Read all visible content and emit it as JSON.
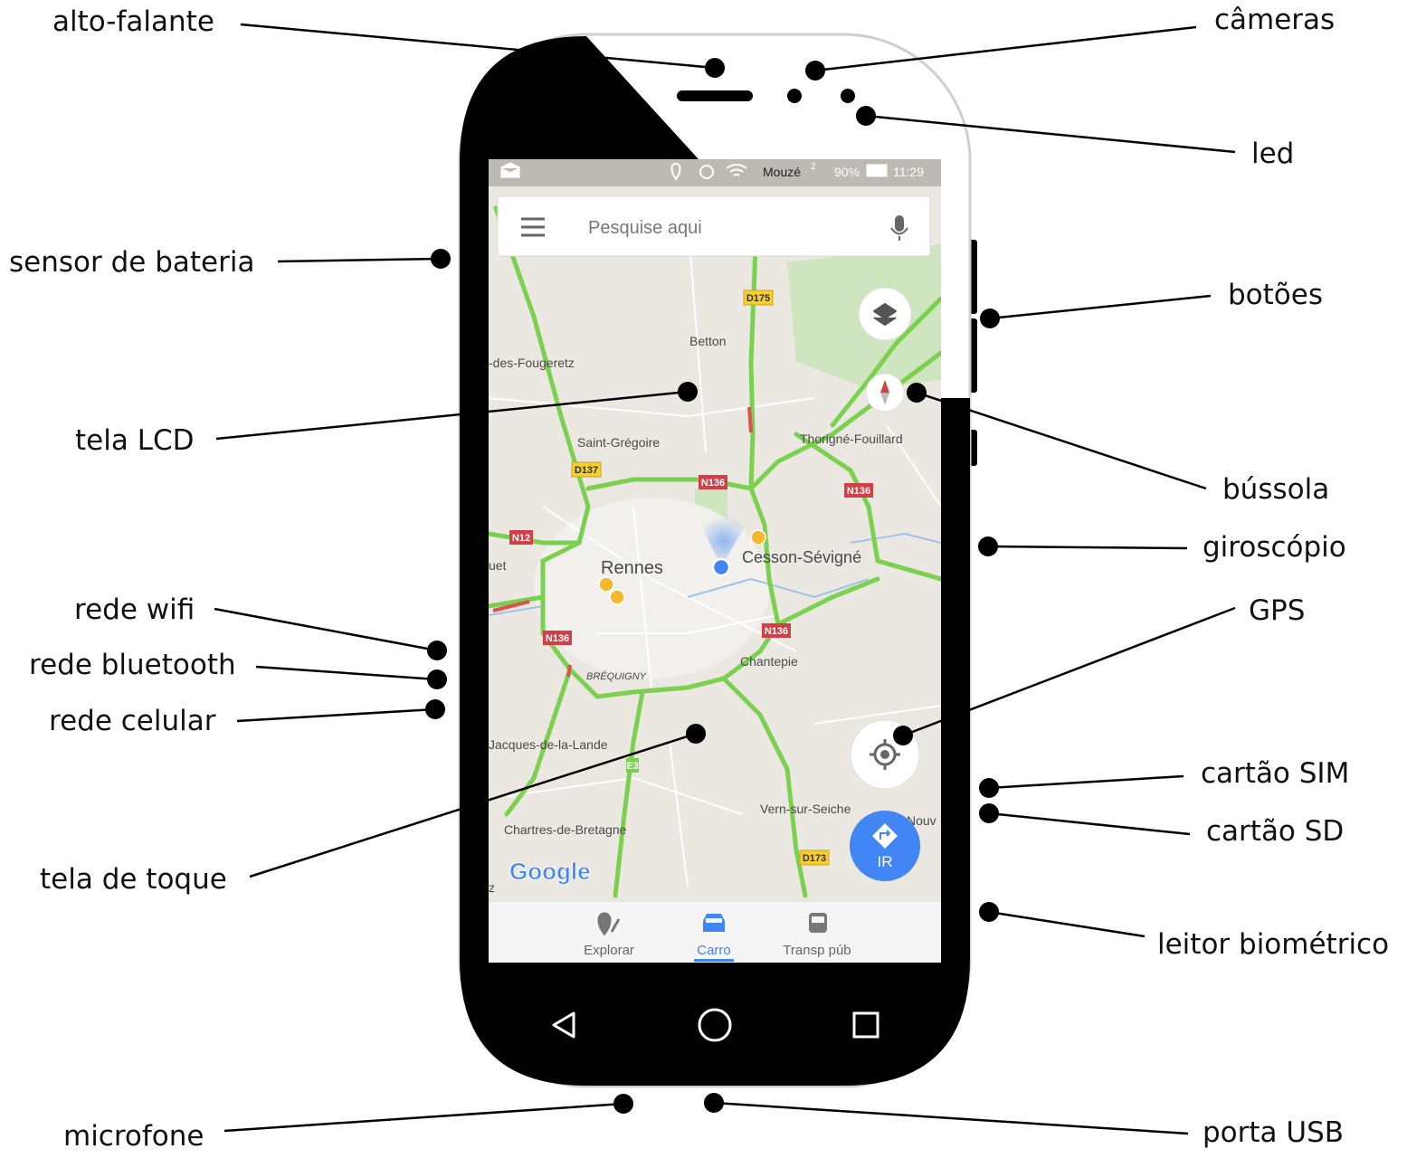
{
  "labels": {
    "alto_falante": "alto-falante",
    "cameras": "câmeras",
    "led": "led",
    "sensor_bateria": "sensor de bateria",
    "botoes": "botões",
    "tela_lcd": "tela LCD",
    "bussola": "bússola",
    "giroscopio": "giroscópio",
    "gps": "GPS",
    "rede_wifi": "rede wifi",
    "rede_bluetooth": "rede bluetooth",
    "rede_celular": "rede celular",
    "cartao_sim": "cartão SIM",
    "cartao_sd": "cartão SD",
    "tela_toque": "tela de toque",
    "leitor_biometrico": "leitor biométrico",
    "microfone": "microfone",
    "porta_usb": "porta USB"
  },
  "status_bar": {
    "carrier": "Mouzé",
    "sim_slot": "2",
    "battery": "90%",
    "time": "11:29"
  },
  "search": {
    "placeholder": "Pesquise aqui"
  },
  "map": {
    "places": {
      "betton": "Betton",
      "fougeretz": "-des-Fougeretz",
      "saint_gregoire": "Saint-Grégoire",
      "thorigne": "Thorigné-Fouillard",
      "rennes": "Rennes",
      "cesson": "Cesson-Sévigné",
      "uet": "uet",
      "brequigny": "BRÉQUIGNY",
      "chantepie": "Chantepie",
      "jacques": "Jacques-de-la-Lande",
      "chartres": "Chartres-de-Bretagne",
      "vern": "Vern-sur-Seiche",
      "nouv": "Nouv",
      "z": "z"
    },
    "roads": {
      "d175": "D175",
      "d137": "D137",
      "n136a": "N136",
      "n136b": "N136",
      "n12": "N12",
      "n136c": "N136",
      "n136d": "N136",
      "e3": "E3",
      "d173": "D173"
    },
    "google_logo": "Google",
    "ir_button": "IR"
  },
  "bottom_tabs": [
    {
      "label": "Explorar",
      "icon": "explore-pin-icon",
      "active": false
    },
    {
      "label": "Carro",
      "icon": "car-icon",
      "active": true
    },
    {
      "label": "Transp púb",
      "icon": "bus-icon",
      "active": false
    }
  ],
  "colors": {
    "accent_blue": "#4285f4",
    "road_green": "#7bd04f",
    "road_red": "#d9534f",
    "highway_badge": "#d23f47",
    "yellow_badge": "#f7cf2f",
    "map_bg": "#ebe8e1"
  }
}
